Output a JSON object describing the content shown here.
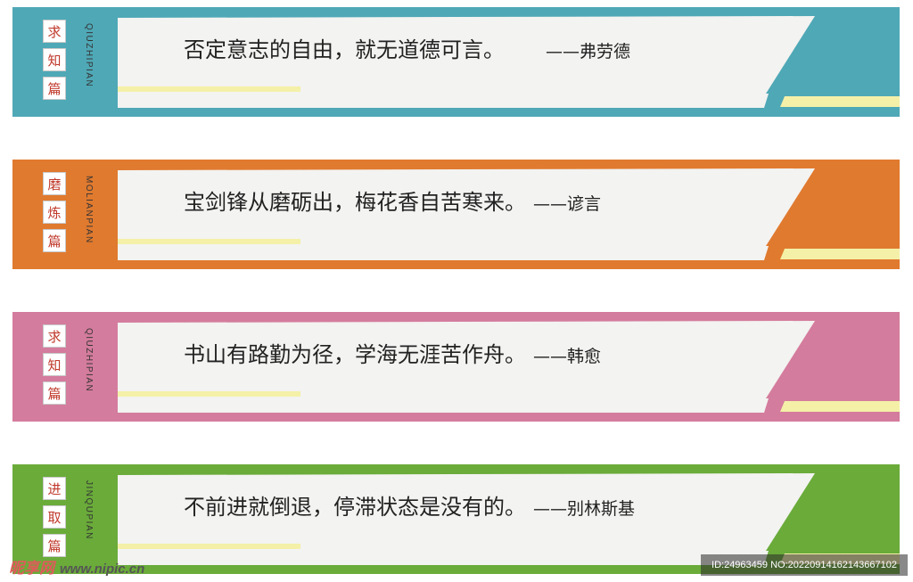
{
  "banners": [
    {
      "color": "#4fa8b6",
      "chars": [
        "求",
        "知",
        "篇"
      ],
      "pinyin": "QIUZHIPIAN",
      "quote": "否定意志的自由，就无道德可言。",
      "author": "——弗劳德"
    },
    {
      "color": "#e07a2f",
      "chars": [
        "磨",
        "炼",
        "篇"
      ],
      "pinyin": "MOLIANPIAN",
      "quote": "宝剑锋从磨砺出，梅花香自苦寒来。",
      "author": "——谚言"
    },
    {
      "color": "#d47c9d",
      "chars": [
        "求",
        "知",
        "篇"
      ],
      "pinyin": "QIUZHIPIAN",
      "quote": "书山有路勤为径，学海无涯苦作舟。",
      "author": "——韩愈"
    },
    {
      "color": "#6aab3a",
      "chars": [
        "进",
        "取",
        "篇"
      ],
      "pinyin": "JINQUPIAN",
      "quote": "不前进就倒退，停滞状态是没有的。",
      "author": "——别林斯基"
    }
  ],
  "accent_yellow": "#f4f0a8",
  "watermark": {
    "brand": "昵享网",
    "url": "www.nipic.cn",
    "id_text": "ID:24963459 NO:20220914162143667102"
  }
}
